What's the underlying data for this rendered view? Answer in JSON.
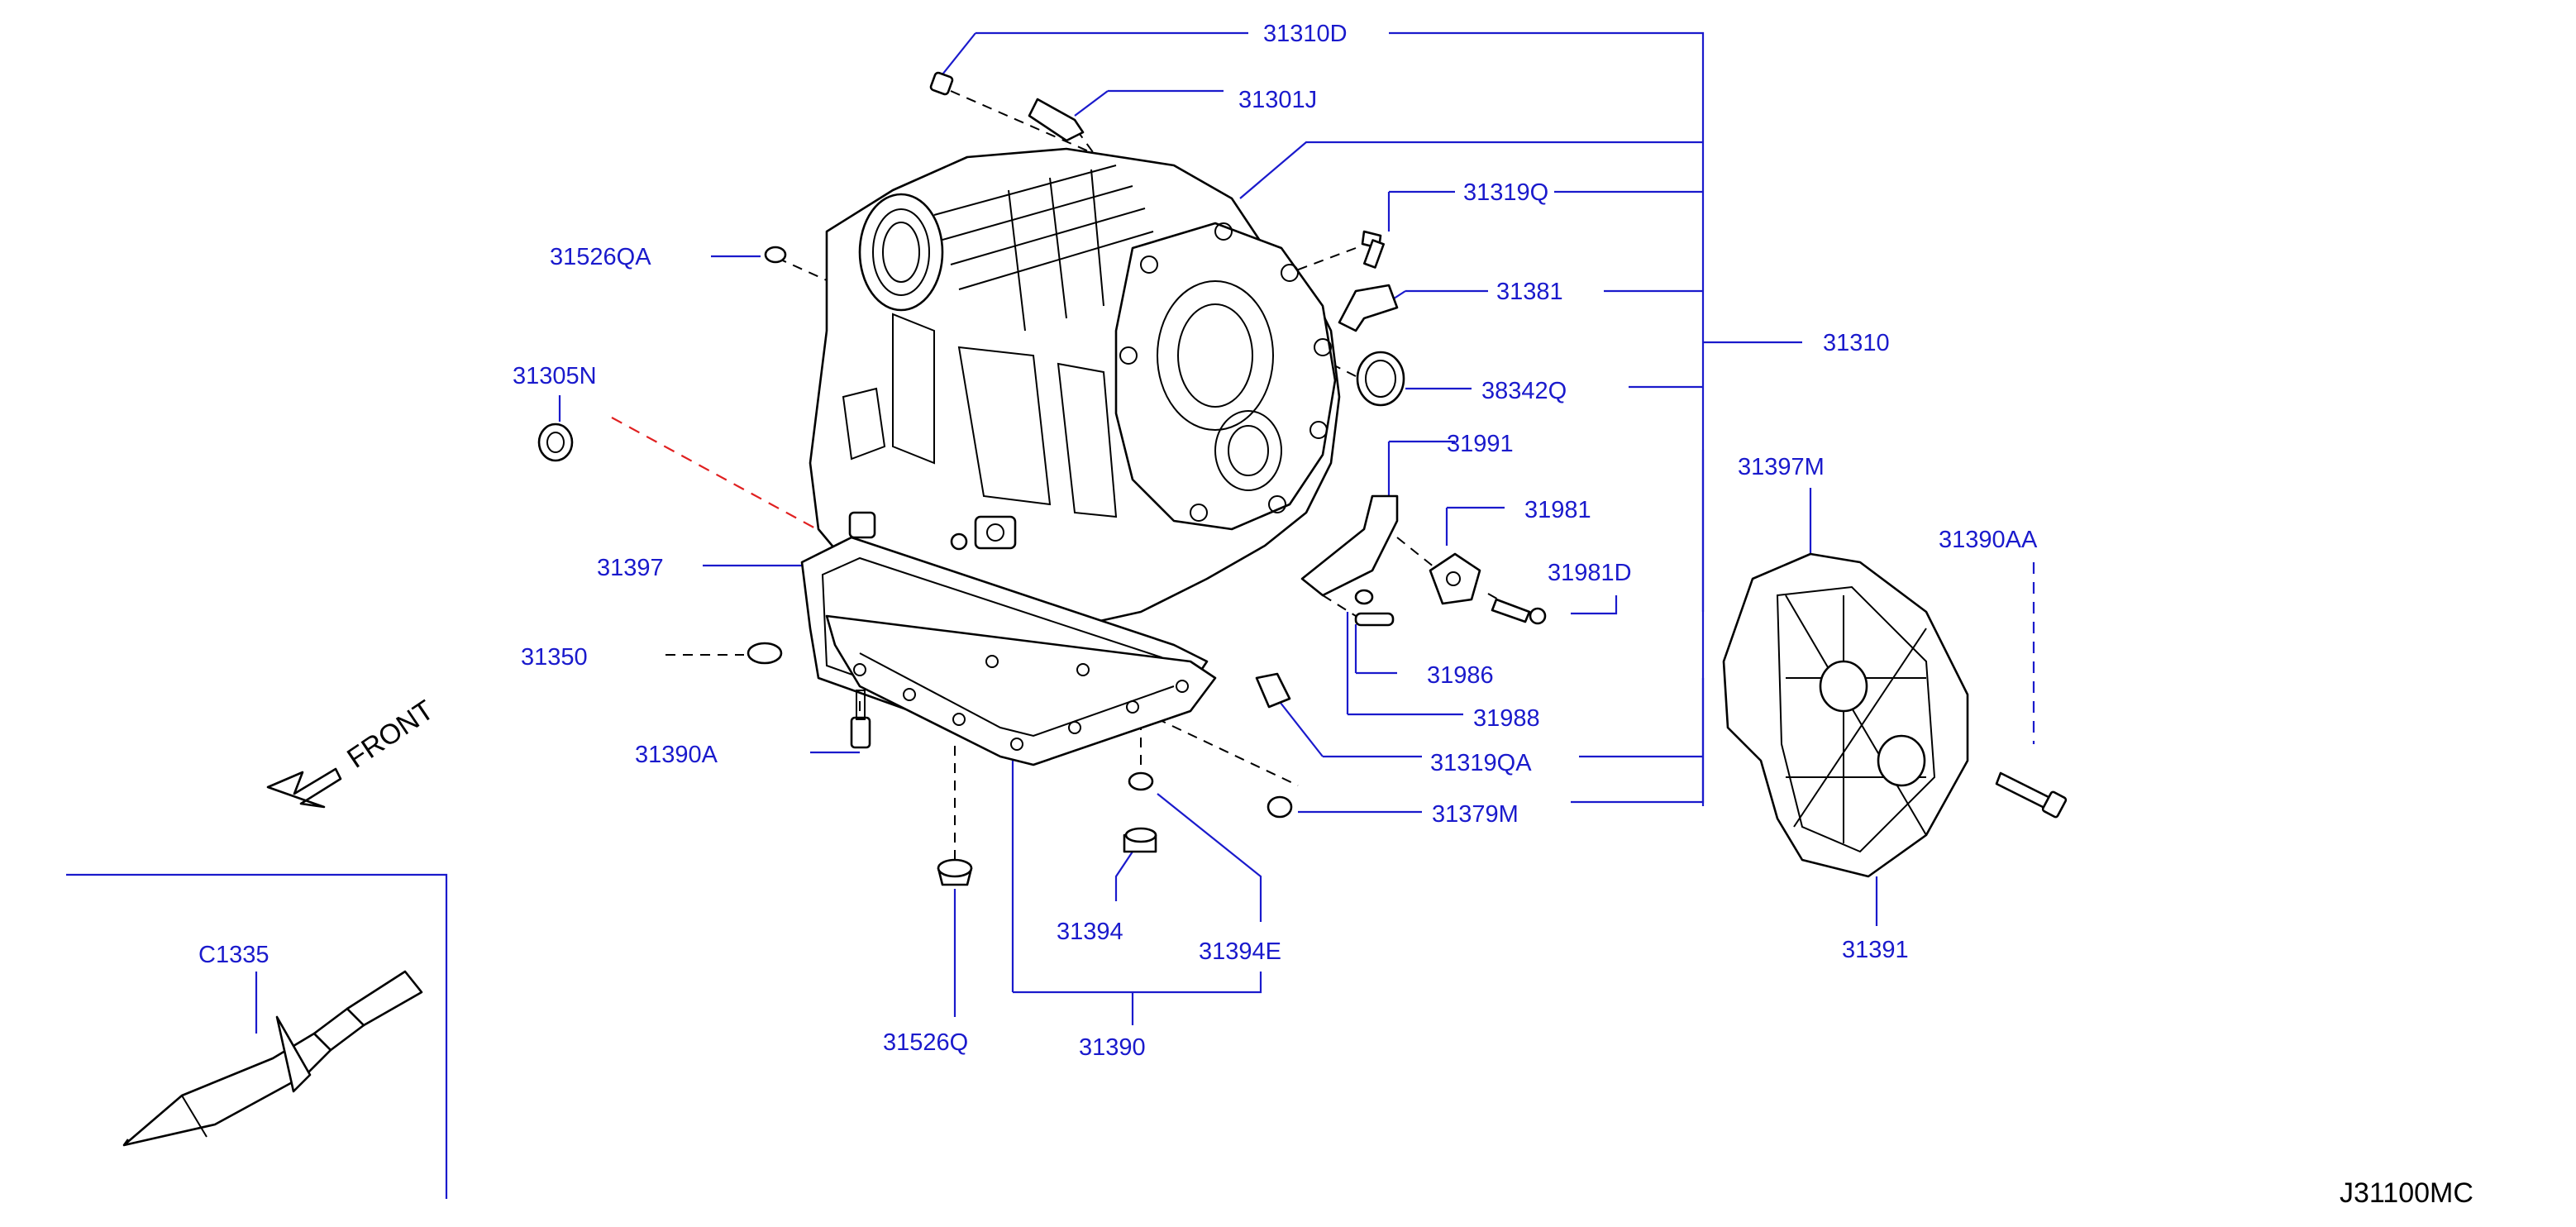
{
  "diagram": {
    "reference_code": "J31100MC",
    "direction_label": "FRONT",
    "parts": {
      "p31310D": "31310D",
      "p31301J": "31301J",
      "p31319Q": "31319Q",
      "p31526QA": "31526QA",
      "p31381": "31381",
      "p31310": "31310",
      "p31305N": "31305N",
      "p38342Q": "38342Q",
      "p31991": "31991",
      "p31397M": "31397M",
      "p31981": "31981",
      "p31390AA": "31390AA",
      "p31397": "31397",
      "p31981D": "31981D",
      "p31986": "31986",
      "p31988": "31988",
      "p31390A": "31390A",
      "p31319QA": "31319QA",
      "p31379M": "31379M",
      "p31391": "31391",
      "p31394": "31394",
      "p31394E": "31394E",
      "p31526Q": "31526Q",
      "p31390": "31390",
      "pC1335": "C1335",
      "p31350": "31350"
    }
  }
}
